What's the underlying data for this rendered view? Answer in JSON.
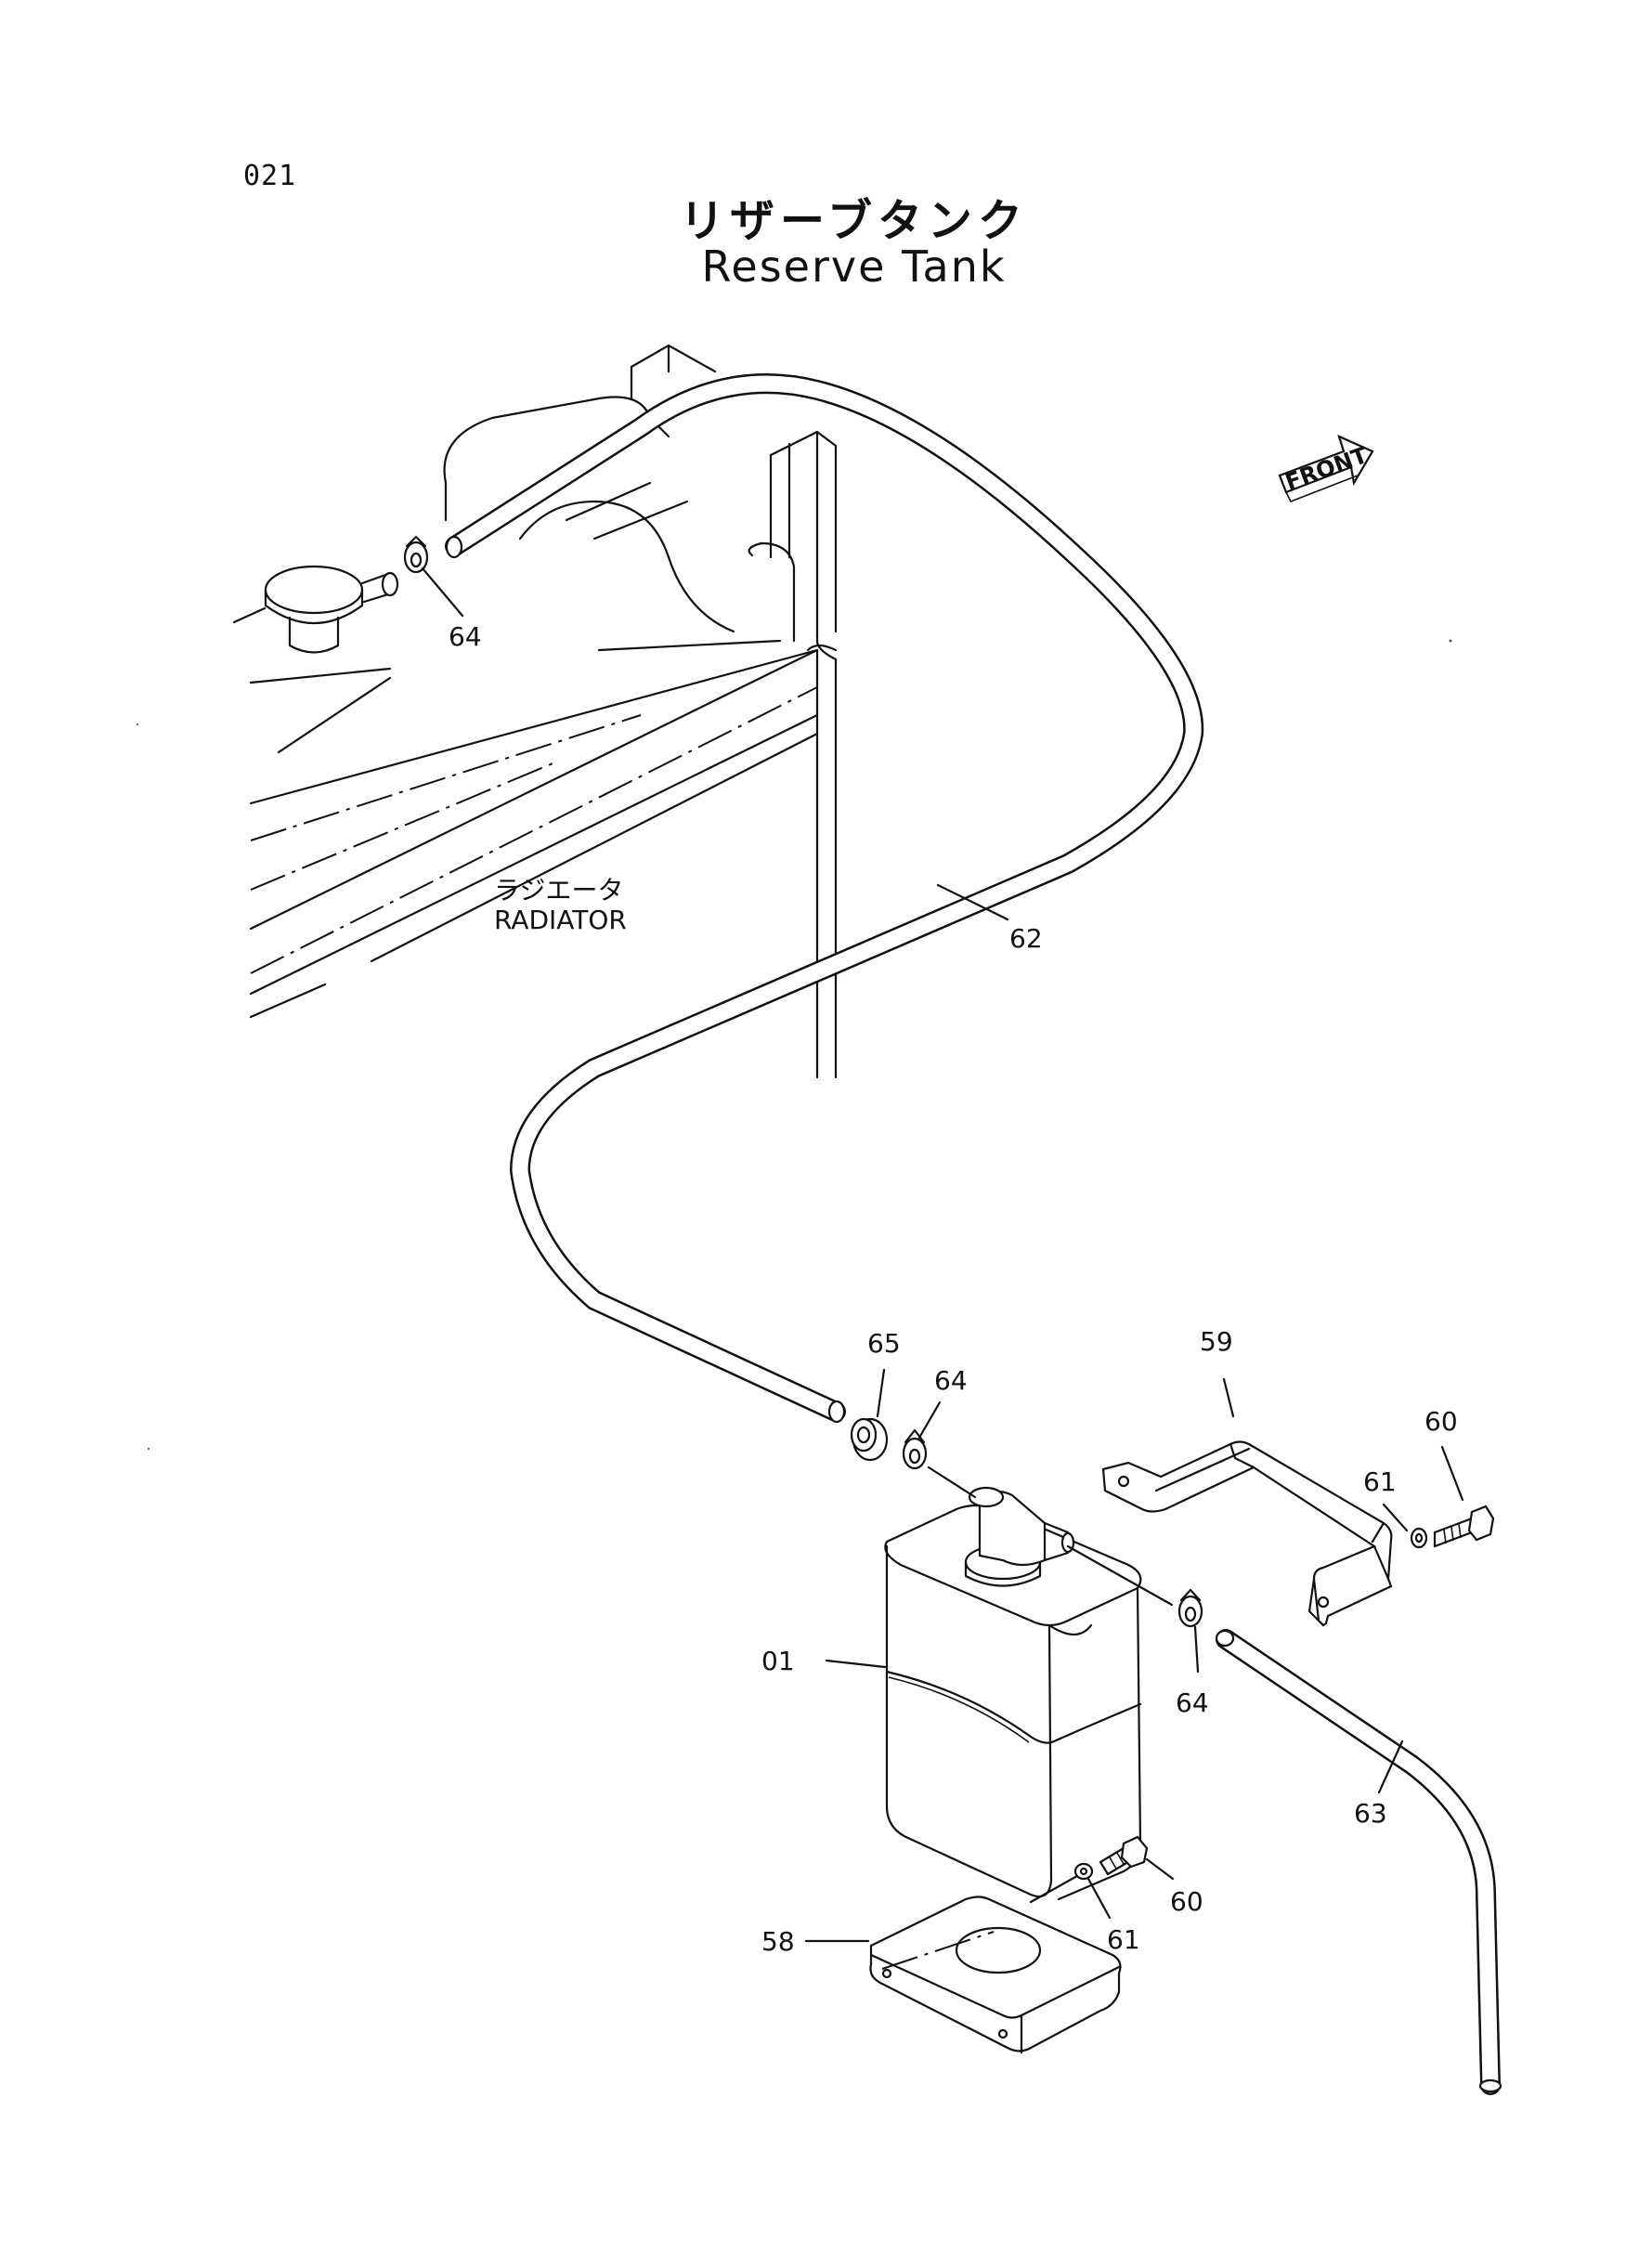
{
  "page": {
    "number": "021",
    "title_jp": "リザーブタンク",
    "title_en": "Reserve Tank"
  },
  "orientation": {
    "front_label": "FRONT"
  },
  "components": {
    "radiator_jp": "ラジエータ",
    "radiator_en": "RADIATOR"
  },
  "callouts": {
    "c64_top": "64",
    "c62": "62",
    "c65": "65",
    "c64_mid": "64",
    "c59": "59",
    "c60_top": "60",
    "c61_top": "61",
    "c01": "01",
    "c64_bottom": "64",
    "c63": "63",
    "c60_bottom": "60",
    "c61_bottom": "61",
    "c58": "58"
  }
}
